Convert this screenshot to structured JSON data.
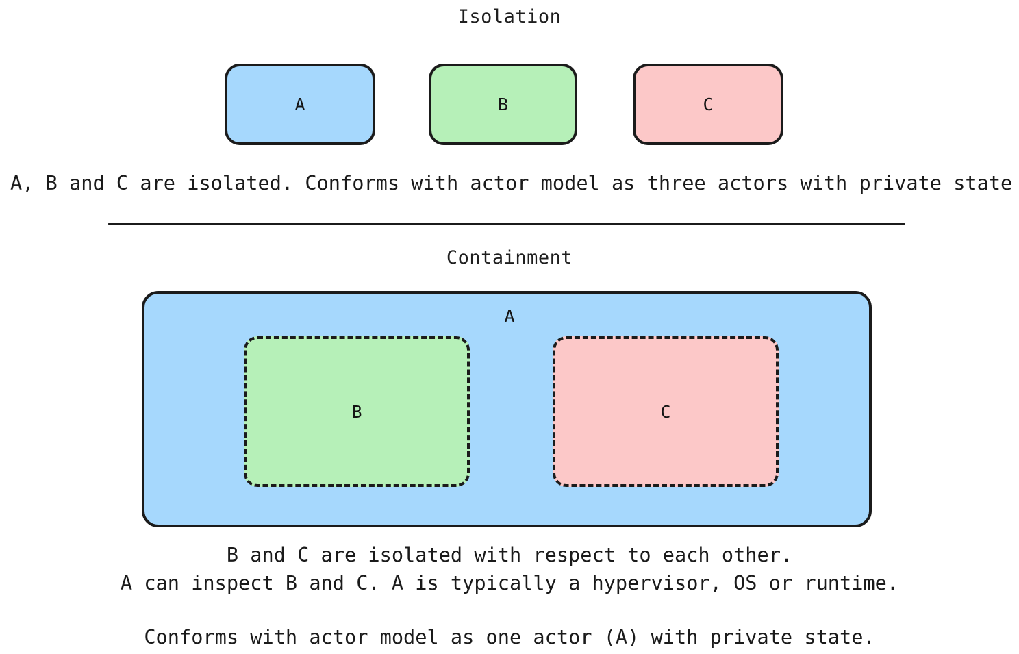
{
  "diagram": {
    "sections": [
      {
        "id": "isolation",
        "title": "Isolation",
        "boxes": [
          {
            "label": "A",
            "fill": "#a6d8fd",
            "border_style": "solid"
          },
          {
            "label": "B",
            "fill": "#b6f0b8",
            "border_style": "solid"
          },
          {
            "label": "C",
            "fill": "#fcc8c8",
            "border_style": "solid"
          }
        ],
        "caption": "A, B and C are isolated. Conforms with actor model as three actors with private state"
      },
      {
        "id": "containment",
        "title": "Containment",
        "outer_box": {
          "label": "A",
          "fill": "#a6d8fd",
          "border_style": "solid"
        },
        "inner_boxes": [
          {
            "label": "B",
            "fill": "#b6f0b8",
            "border_style": "dashed"
          },
          {
            "label": "C",
            "fill": "#fcc8c8",
            "border_style": "dashed"
          }
        ],
        "caption_lines": [
          "B and C are isolated with respect to each other.",
          "A can inspect B and C. A is typically a hypervisor, OS or runtime.",
          "Conforms with actor model as one actor (A) with private state."
        ]
      }
    ],
    "colors": {
      "blue": "#a6d8fd",
      "green": "#b6f0b8",
      "pink": "#fcc8c8",
      "stroke": "#1b1b1b",
      "background": "#ffffff",
      "text": "#1a1a1a"
    }
  }
}
